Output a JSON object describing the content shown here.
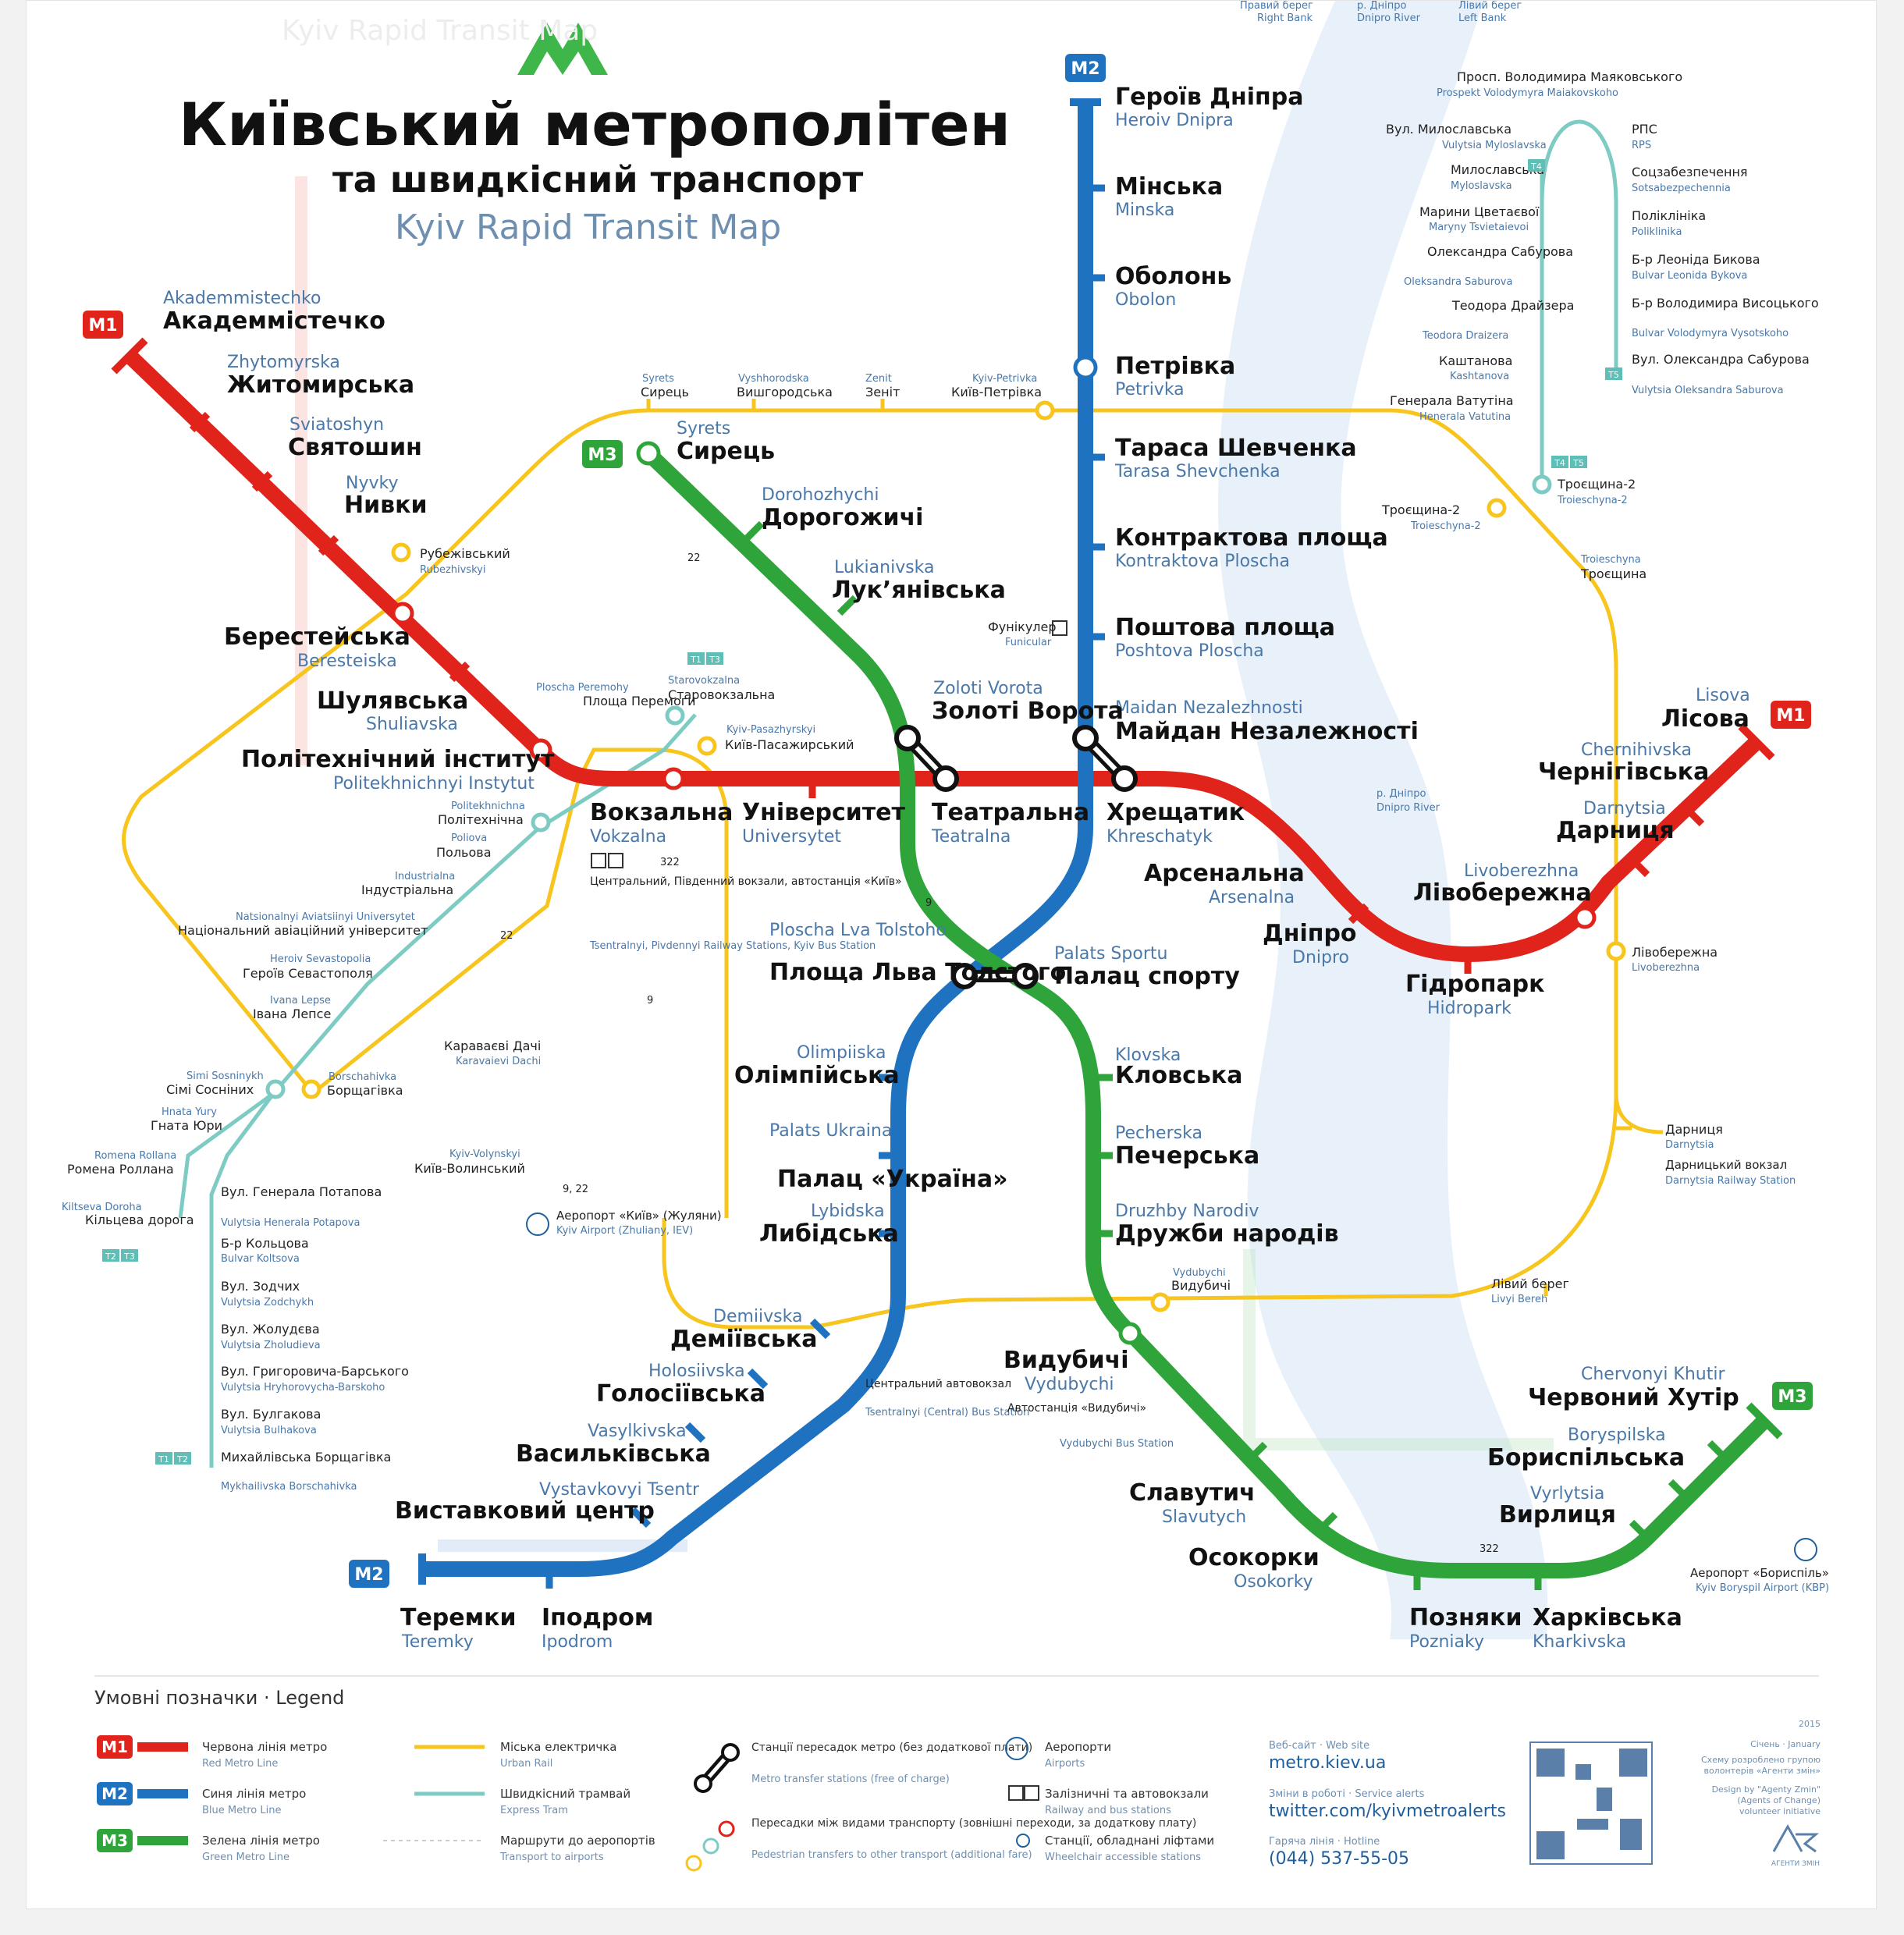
{
  "header": {
    "title": "Київський метрополітен",
    "subtitle": "та швидкісний транспорт",
    "subtitle_en": "Kyiv Rapid Transit Map",
    "ghost_title": "Kyiv Rapid Transit Map",
    "top_labels": [
      {
        "ua": "Правий берег",
        "en": "Right Bank"
      },
      {
        "ua": "р. Дніпро",
        "en": "Dnipro River"
      },
      {
        "ua": "Лівий берег",
        "en": "Left Bank"
      }
    ]
  },
  "colors": {
    "m1": "#e0231b",
    "m2": "#1f72c0",
    "m3": "#2fa43a",
    "urban_rail": "#f7c51e",
    "tram": "#7ecbc4",
    "river": "#e7f0f9",
    "logo": "#3fb64a"
  },
  "lines": {
    "m1": "M1",
    "m2": "M2",
    "m3": "M3"
  },
  "m1_stations": [
    {
      "ua": "Академмістечко",
      "en": "Akademmistechko"
    },
    {
      "ua": "Житомирська",
      "en": "Zhytomyrska"
    },
    {
      "ua": "Святошин",
      "en": "Sviatoshyn"
    },
    {
      "ua": "Нивки",
      "en": "Nyvky"
    },
    {
      "ua": "Берестейська",
      "en": "Beresteiska"
    },
    {
      "ua": "Шулявська",
      "en": "Shuliavska"
    },
    {
      "ua": "Політехнічний інститут",
      "en": "Politekhnichnyi Instytut"
    },
    {
      "ua": "Вокзальна",
      "en": "Vokzalna"
    },
    {
      "ua": "Університет",
      "en": "Universytet"
    },
    {
      "ua": "Театральна",
      "en": "Teatralna"
    },
    {
      "ua": "Хрещатик",
      "en": "Khreschatyk"
    },
    {
      "ua": "Арсенальна",
      "en": "Arsenalna"
    },
    {
      "ua": "Дніпро",
      "en": "Dnipro"
    },
    {
      "ua": "Гідропарк",
      "en": "Hidropark"
    },
    {
      "ua": "Лівобережна",
      "en": "Livoberezhna"
    },
    {
      "ua": "Дарниця",
      "en": "Darnytsia"
    },
    {
      "ua": "Чернігівська",
      "en": "Chernihivska"
    },
    {
      "ua": "Лісова",
      "en": "Lisova"
    }
  ],
  "m2_stations": [
    {
      "ua": "Героїв Дніпра",
      "en": "Heroiv Dnipra"
    },
    {
      "ua": "Мінська",
      "en": "Minska"
    },
    {
      "ua": "Оболонь",
      "en": "Obolon"
    },
    {
      "ua": "Петрівка",
      "en": "Petrivka"
    },
    {
      "ua": "Тараса Шевченка",
      "en": "Tarasa Shevchenka"
    },
    {
      "ua": "Контрактова площа",
      "en": "Kontraktova Ploscha"
    },
    {
      "ua": "Поштова площа",
      "en": "Poshtova Ploscha"
    },
    {
      "ua": "Майдан Незалежності",
      "en": "Maidan Nezalezhnosti"
    },
    {
      "ua": "Площа Льва Толстого",
      "en": "Ploscha Lva Tolstoho"
    },
    {
      "ua": "Олімпійська",
      "en": "Olimpiiska"
    },
    {
      "ua": "Палац «Україна»",
      "en": "Palats Ukraina"
    },
    {
      "ua": "Либідська",
      "en": "Lybidska"
    },
    {
      "ua": "Деміївська",
      "en": "Demiivska"
    },
    {
      "ua": "Голосіївська",
      "en": "Holosiivska"
    },
    {
      "ua": "Васильківська",
      "en": "Vasylkivska"
    },
    {
      "ua": "Виставковий центр",
      "en": "Vystavkovyi Tsentr"
    },
    {
      "ua": "Іподром",
      "en": "Ipodrom"
    },
    {
      "ua": "Теремки",
      "en": "Teremky"
    }
  ],
  "m3_stations": [
    {
      "ua": "Сирець",
      "en": "Syrets"
    },
    {
      "ua": "Дорогожичі",
      "en": "Dorohozhychi"
    },
    {
      "ua": "Лук’янівська",
      "en": "Lukianivska"
    },
    {
      "ua": "Золоті Ворота",
      "en": "Zoloti Vorota"
    },
    {
      "ua": "Палац спорту",
      "en": "Palats Sportu"
    },
    {
      "ua": "Кловська",
      "en": "Klovska"
    },
    {
      "ua": "Печерська",
      "en": "Pecherska"
    },
    {
      "ua": "Дружби народів",
      "en": "Druzhby Narodiv"
    },
    {
      "ua": "Видубичі",
      "en": "Vydubychi"
    },
    {
      "ua": "Славутич",
      "en": "Slavutych"
    },
    {
      "ua": "Осокорки",
      "en": "Osokorky"
    },
    {
      "ua": "Позняки",
      "en": "Pozniaky"
    },
    {
      "ua": "Харківська",
      "en": "Kharkivska"
    },
    {
      "ua": "Вирлиця",
      "en": "Vyrlytsia"
    },
    {
      "ua": "Бориспільська",
      "en": "Boryspilska"
    },
    {
      "ua": "Червоний Хутір",
      "en": "Chervonyi Khutir"
    }
  ],
  "urban_rail": [
    {
      "ua": "Сирець",
      "en": "Syrets"
    },
    {
      "ua": "Вишгородська",
      "en": "Vyshhorodska"
    },
    {
      "ua": "Зеніт",
      "en": "Zenit"
    },
    {
      "ua": "Київ-Петрівка",
      "en": "Kyiv-Petrivka"
    },
    {
      "ua": "Рубежівський",
      "en": "Rubezhivskyi"
    },
    {
      "ua": "Київ-Пасажирський",
      "en": "Kyiv-Pasazhyrskyi"
    },
    {
      "ua": "Троєщина-2",
      "en": "Troieschyna-2"
    },
    {
      "ua": "Троєщина",
      "en": "Troieschyna"
    },
    {
      "ua": "Лівобережна",
      "en": "Livoberezhna"
    },
    {
      "ua": "Дарниця",
      "en": "Darnytsia"
    },
    {
      "ua": "Лівий берег",
      "en": "Livyi Bereh"
    },
    {
      "ua": "Видубичі",
      "en": "Vydubychi"
    },
    {
      "ua": "Караваєві Дачі",
      "en": "Karavaievi Dachi"
    },
    {
      "ua": "Борщагівка",
      "en": "Borschahivka"
    },
    {
      "ua": "Київ-Волинський",
      "en": "Kyiv-Volynskyi"
    }
  ],
  "tram_west": [
    {
      "ua": "Площа Перемоги",
      "en": "Ploscha Peremohy"
    },
    {
      "ua": "Старовокзальна",
      "en": "Starovokzalna"
    },
    {
      "ua": "Політехнічна",
      "en": "Politekhnichna"
    },
    {
      "ua": "Польова",
      "en": "Poliova"
    },
    {
      "ua": "Індустріальна",
      "en": "Industrialna"
    },
    {
      "ua": "Національний авіаційний університет",
      "en": "Natsionalnyi Aviatsiinyi Universytet"
    },
    {
      "ua": "Героїв Севастополя",
      "en": "Heroiv Sevastopolia"
    },
    {
      "ua": "Івана Лепсе",
      "en": "Ivana Lepse"
    },
    {
      "ua": "Сімі Сосніних",
      "en": "Simi Sosninykh"
    },
    {
      "ua": "Гната Юри",
      "en": "Hnata Yury"
    },
    {
      "ua": "Ромена Роллана",
      "en": "Romena Rollana"
    },
    {
      "ua": "Кільцева дорога",
      "en": "Kiltseva Doroha"
    },
    {
      "ua": "Вул. Генерала Потапова",
      "en": "Vulytsia Henerala Potapova"
    },
    {
      "ua": "Б-р Кольцова",
      "en": "Bulvar Koltsova"
    },
    {
      "ua": "Вул. Зодчих",
      "en": "Vulytsia Zodchykh"
    },
    {
      "ua": "Вул. Жолудєва",
      "en": "Vulytsia Zholudieva"
    },
    {
      "ua": "Вул. Григоровича-Барського",
      "en": "Vulytsia Hryhorovycha-Barskoho"
    },
    {
      "ua": "Вул. Булгакова",
      "en": "Vulytsia Bulhakova"
    },
    {
      "ua": "Михайлівська Борщагівка",
      "en": "Mykhailivska Borschahivka"
    }
  ],
  "tram_east": [
    {
      "ua": "Просп. Володимира Маяковського",
      "en": "Prospekt Volodymyra Maiakovskoho"
    },
    {
      "ua": "Вул. Милославська",
      "en": "Vulytsia Myloslavska"
    },
    {
      "ua": "Милославська",
      "en": "Myloslavska"
    },
    {
      "ua": "Марини Цветаєвої",
      "en": "Maryny Tsvietaievoi"
    },
    {
      "ua": "Олександра Сабурова",
      "en": "Oleksandra Saburova"
    },
    {
      "ua": "Теодора Драйзера",
      "en": "Teodora Draizera"
    },
    {
      "ua": "Каштанова",
      "en": "Kashtanova"
    },
    {
      "ua": "Генерала Ватутіна",
      "en": "Henerala Vatutina"
    },
    {
      "ua": "Троєщина-2",
      "en": "Troieschyna-2"
    },
    {
      "ua": "РПС",
      "en": "RPS"
    },
    {
      "ua": "Соцзабезпечення",
      "en": "Sotsabezpechennia"
    },
    {
      "ua": "Поліклініка",
      "en": "Poliklinika"
    },
    {
      "ua": "Б-р Леоніда Бикова",
      "en": "Bulvar Leonida Bykova"
    },
    {
      "ua": "Б-р Володимира Висоцького",
      "en": "Bulvar Volodymyra Vysotskoho"
    },
    {
      "ua": "Вул. Олександра Сабурова",
      "en": "Vulytsia Oleksandra Saburova"
    }
  ],
  "misc": {
    "funicular_ua": "Фунікулер",
    "funicular_en": "Funicular",
    "central_stations": "Центральний, Південний вокзали, автостанція «Київ»",
    "central_stations_en": "Tsentralnyi, Pivdennyi Railway Stations, Kyiv Bus Station",
    "central_bus_ua": "Центральний автовокзал",
    "central_bus_en": "Tsentralnyi (Central) Bus Station",
    "vydubychi_bus_ua": "Автостанція «Видубичі»",
    "vydubychi_bus_en": "Vydubychi Bus Station",
    "airport_zhuliany_ua": "Аеропорт «Київ» (Жуляни)",
    "airport_zhuliany_en": "Kyiv Airport (Zhuliany, IEV)",
    "airport_kbp_ua": "Аеропорт «Бориспіль»",
    "airport_kbp_en": "Kyiv Boryspil Airport (KBP)",
    "darnytsia_rail_ua": "Дарницький вокзал",
    "darnytsia_rail_en": "Darnytsia Railway Station",
    "river_ua": "р. Дніпро",
    "river_en": "Dnipro River",
    "bus_322": "322",
    "bus_22": "22",
    "bus_9": "9",
    "bus_9_22": "9, 22",
    "tram_t1": "T1",
    "tram_t2": "T2",
    "tram_t3": "T3",
    "tram_t4": "T4",
    "tram_t5": "T5"
  },
  "legend": {
    "title": "Умовні позначки · Legend",
    "items": [
      {
        "ua": "Червона лінія метро",
        "en": "Red Metro Line"
      },
      {
        "ua": "Синя лінія метро",
        "en": "Blue Metro Line"
      },
      {
        "ua": "Зелена лінія метро",
        "en": "Green Metro Line"
      },
      {
        "ua": "Міська електричка",
        "en": "Urban Rail"
      },
      {
        "ua": "Швидкісний трамвай",
        "en": "Express Tram"
      },
      {
        "ua": "Маршрути до аеропортів",
        "en": "Transport to airports"
      },
      {
        "ua": "Станції пересадок метро (без додаткової плати)",
        "en": "Metro transfer stations (free of charge)"
      },
      {
        "ua": "Пересадки між видами транспорту (зовнішні переходи, за додаткову плату)",
        "en": "Pedestrian transfers to other transport (additional fare)"
      },
      {
        "ua": "Аеропорти",
        "en": "Airports"
      },
      {
        "ua": "Залізничні та автовокзали",
        "en": "Railway and bus stations"
      },
      {
        "ua": "Станції, обладнані ліфтами",
        "en": "Wheelchair accessible stations"
      }
    ],
    "web_label": "Веб-сайт · Web site",
    "web": "metro.kiev.ua",
    "changes_label": "Зміни в роботі · Service alerts",
    "twitter": "twitter.com/kyivmetroalerts",
    "hotline_label": "Гаряча лінія · Hotline",
    "hotline": "(044) 537-55-05",
    "credits": [
      "2015",
      "Січень · January",
      "Схему розроблено групою",
      "волонтерів «Агенти змін»",
      "Design by \"Agenty Zmin\"",
      "(Agents of Change)",
      "volunteer initiative"
    ],
    "brand": "АГЕНТИ ЗМІН"
  }
}
